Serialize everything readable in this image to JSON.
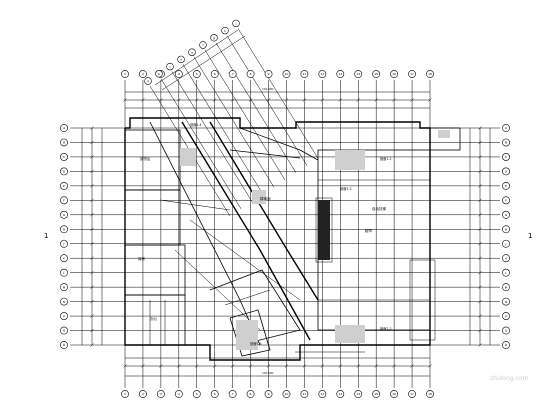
{
  "drawing": {
    "side_mark_left": "1",
    "side_mark_right": "1",
    "room_labels": [
      "自动扶梯",
      "卸货区",
      "超市",
      "库房",
      "办公",
      "楼梯间"
    ],
    "section_tags": [
      "剖面1-1",
      "剖面2-2",
      "剖面3-3",
      "剖面4-4",
      "剖面5-5"
    ],
    "dim_total_top": "101300",
    "dim_total_bottom": "101300",
    "top_axis_labels": [
      "1",
      "2",
      "3",
      "4",
      "5",
      "6",
      "7",
      "8",
      "9",
      "10",
      "11",
      "12",
      "13",
      "14",
      "15",
      "16",
      "17",
      "18"
    ],
    "left_axis_labels": [
      "A",
      "B",
      "C",
      "D",
      "E",
      "F",
      "G",
      "H",
      "J",
      "K",
      "L",
      "M",
      "N",
      "P",
      "Q",
      "R"
    ],
    "right_axis_labels": [
      "A",
      "B",
      "C",
      "D",
      "E",
      "F",
      "G",
      "H",
      "J",
      "K",
      "L",
      "M",
      "N",
      "P",
      "Q",
      "R"
    ],
    "diag_axis_labels": [
      "a",
      "b",
      "c",
      "d",
      "e",
      "f",
      "g",
      "h",
      "i"
    ],
    "watermark": "zhulong.com"
  }
}
